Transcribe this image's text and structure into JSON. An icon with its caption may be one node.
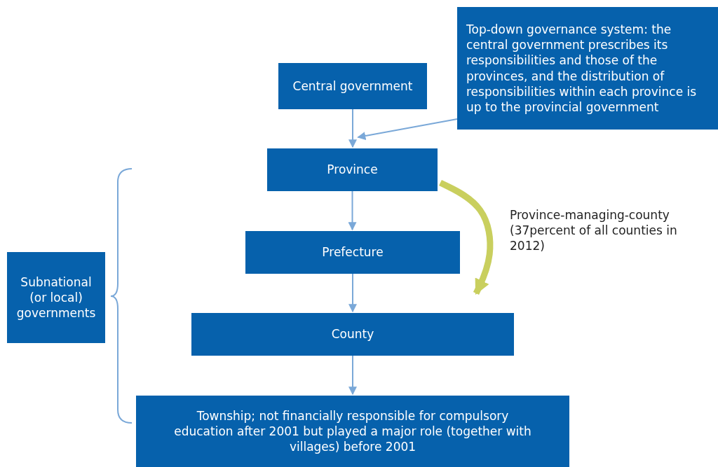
{
  "diagram": {
    "nodes": [
      {
        "text": [
          "Central government"
        ]
      },
      {
        "text": [
          "Top-down governance system: the central government prescribes its responsibilities and those of the provinces, and the distribution of responsibilities within each province is up to the provincial government"
        ]
      },
      {
        "text": [
          "Province"
        ]
      },
      {
        "text": [
          "Subnational (or local) governments"
        ]
      },
      {
        "text": [
          "Prefecture"
        ]
      },
      {
        "text": [
          "County"
        ]
      },
      {
        "text": [
          "Township; not financially responsible for compulsory education after 2001 but played a major role (together with villages) before 2001"
        ]
      }
    ],
    "edges": [
      {
        "from": 0,
        "to": 2,
        "arrow": "to"
      },
      {
        "from": 1,
        "to": 2,
        "arrow": "to"
      },
      {
        "from": 2,
        "to": 4,
        "arrow": "to"
      },
      {
        "from": 4,
        "to": 5,
        "arrow": "to"
      },
      {
        "from": 5,
        "to": 6,
        "arrow": "to"
      },
      {
        "from": 2,
        "to": 5,
        "arrow": "to",
        "label": "Province-managing-county (37percent of all counties in 2012)",
        "style": "thick",
        "color": "#c9cf5e"
      }
    ]
  }
}
